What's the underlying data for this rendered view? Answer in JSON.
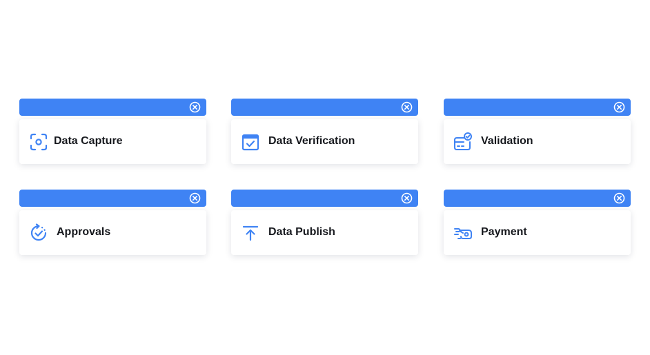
{
  "accent_color": "#3f83f4",
  "cards": [
    {
      "label": "Data Capture",
      "icon": "scan-focus-icon"
    },
    {
      "label": "Data Verification",
      "icon": "checkbox-window-icon"
    },
    {
      "label": "Validation",
      "icon": "card-check-icon"
    },
    {
      "label": "Approvals",
      "icon": "refresh-check-icon"
    },
    {
      "label": "Data Publish",
      "icon": "upload-arrow-icon"
    },
    {
      "label": "Payment",
      "icon": "payment-card-icon"
    }
  ]
}
